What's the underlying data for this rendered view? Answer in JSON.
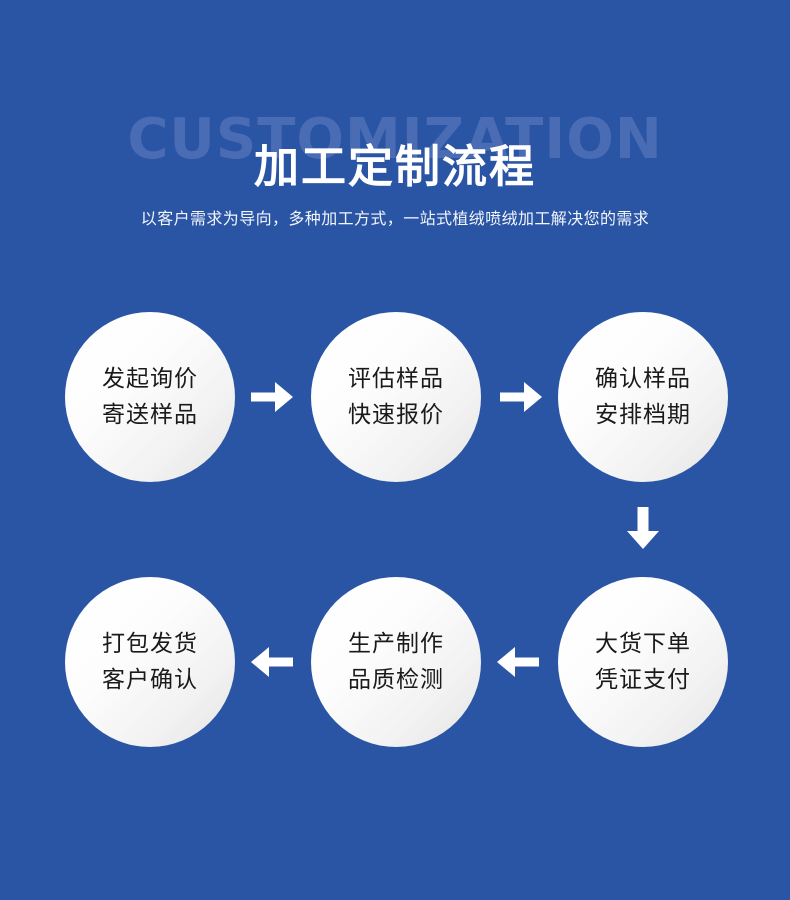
{
  "header": {
    "watermark": "CUSTOMIZATION",
    "title": "加工定制流程",
    "subtitle": "以客户需求为导向，多种加工方式，一站式植绒喷绒加工解决您的需求"
  },
  "colors": {
    "background": "#2a55a4",
    "watermark": "#4a6cb4",
    "title": "#ffffff",
    "subtitle": "#f2f5fb",
    "node_text": "#1a1a1a",
    "arrow": "#ffffff"
  },
  "flow": {
    "nodes": [
      {
        "id": 1,
        "line1": "发起询价",
        "line2": "寄送样品"
      },
      {
        "id": 2,
        "line1": "评估样品",
        "line2": "快速报价"
      },
      {
        "id": 3,
        "line1": "确认样品",
        "line2": "安排档期"
      },
      {
        "id": 4,
        "line1": "大货下单",
        "line2": "凭证支付"
      },
      {
        "id": 5,
        "line1": "生产制作",
        "line2": "品质检测"
      },
      {
        "id": 6,
        "line1": "打包发货",
        "line2": "客户确认"
      }
    ],
    "arrows": [
      {
        "id": 1,
        "direction": "right",
        "from": 1,
        "to": 2
      },
      {
        "id": 2,
        "direction": "right",
        "from": 2,
        "to": 3
      },
      {
        "id": 3,
        "direction": "down",
        "from": 3,
        "to": 4
      },
      {
        "id": 4,
        "direction": "left",
        "from": 4,
        "to": 5
      },
      {
        "id": 5,
        "direction": "left",
        "from": 5,
        "to": 6
      }
    ]
  }
}
